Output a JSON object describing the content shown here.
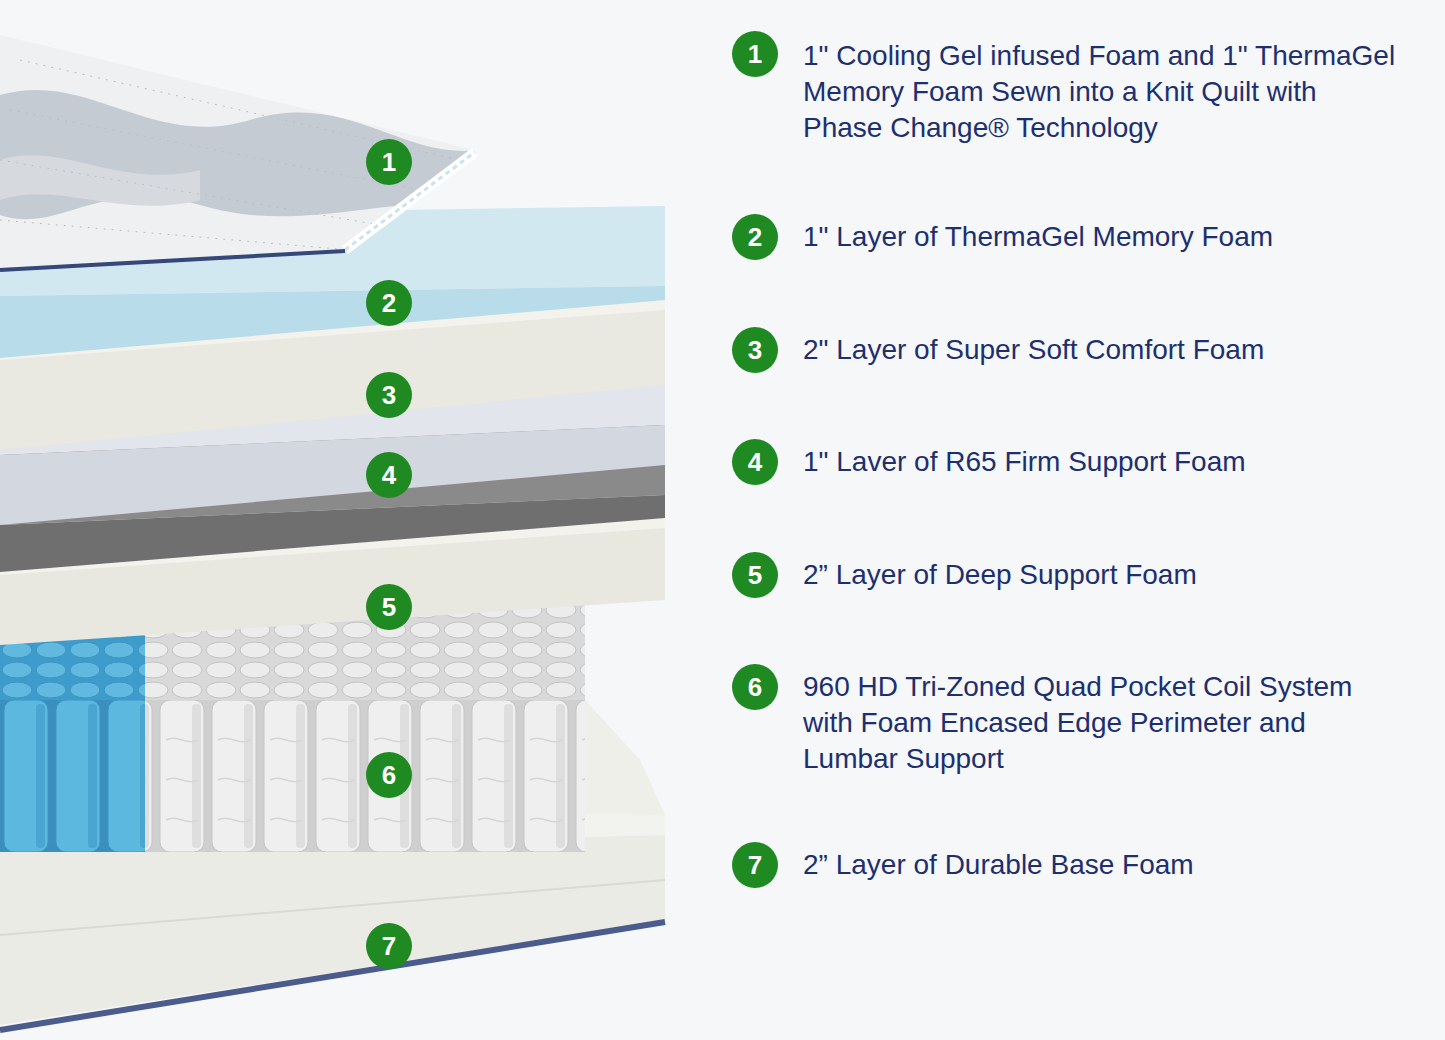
{
  "diagram": {
    "labels": [
      "1",
      "1\" Cooling Gel infused Foam and 1\" ThermaGel Memory Foam Sewn into a Knit Quilt with Phase Change® Technology",
      "2",
      "1\" Layer of ThermaGel Memory Foam",
      "3",
      "2\" Layer of Super Soft Comfort Foam",
      "4",
      "1\" Laver of R65 Firm Support Foam",
      "5",
      "2” Layer of Deep Support Foam",
      "6",
      "960 HD Tri-Zoned Quad Pocket Coil System with Foam Encased Edge Perimeter and Lumbar Support",
      "7",
      "2” Layer of Durable Base Foam",
      "1",
      "2",
      "3",
      "4",
      "5",
      "6",
      "7"
    ]
  }
}
